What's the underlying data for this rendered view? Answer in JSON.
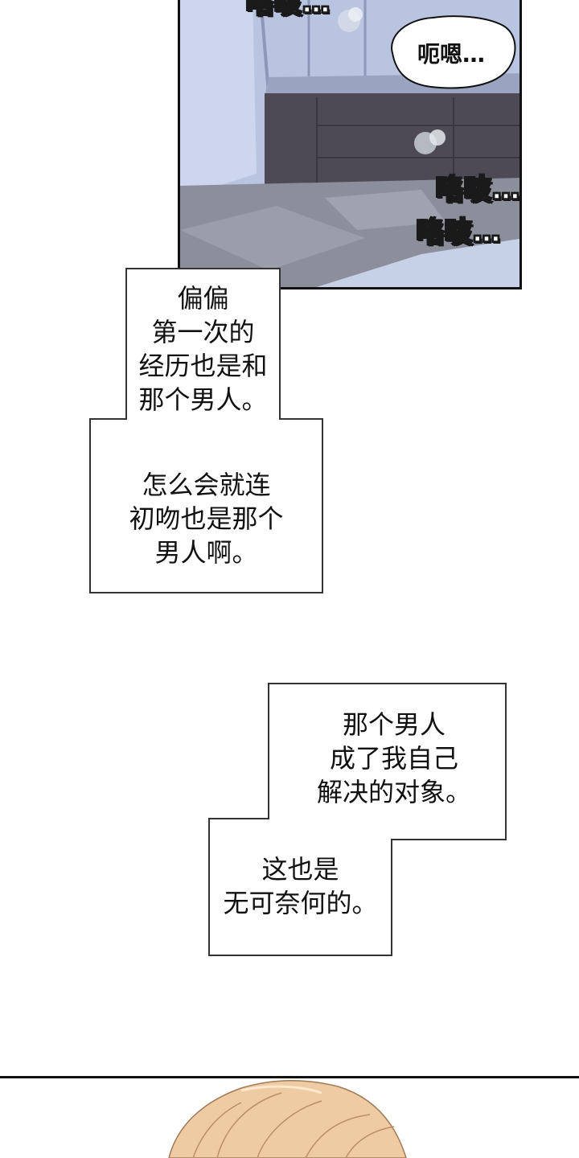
{
  "top_panel": {
    "sfx_top": "咯吱…",
    "sfx_mid": "咯吱…",
    "sfx_low": "咯吱…",
    "speech": "呃嗯…"
  },
  "narration_1": {
    "lines": [
      "偏偏",
      "第一次的",
      "经历也是和",
      "那个男人。"
    ]
  },
  "narration_2": {
    "lines": [
      "怎么会就连",
      "初吻也是那个",
      "男人啊。"
    ]
  },
  "narration_3": {
    "lines": [
      "那个男人",
      "成了我自己",
      "解决的对象。"
    ]
  },
  "narration_4": {
    "lines": [
      "这也是",
      "无可奈何的。"
    ]
  }
}
